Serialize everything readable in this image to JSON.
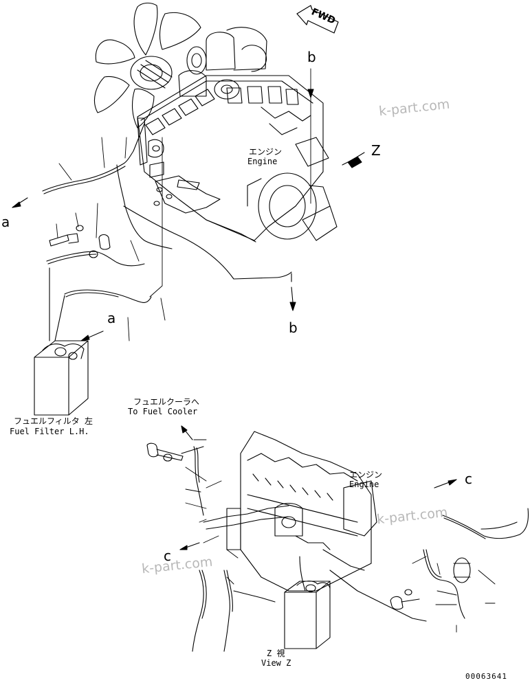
{
  "orientation": {
    "fwd": "FWD"
  },
  "labels": {
    "engine_top_jp": "エンジン",
    "engine_top_en": "Engine",
    "engine_bottom_jp": "エンジン",
    "engine_bottom_en": "Engine",
    "fuel_filter_jp": "フュエルフィルタ 左",
    "fuel_filter_en": "Fuel Filter L.H.",
    "fuel_cooler_jp": "フュエルクーラへ",
    "fuel_cooler_en": "To Fuel Cooler",
    "view_z_jp": "Z 視",
    "view_z_en": "View Z"
  },
  "callouts": {
    "a1": "a",
    "a2": "a",
    "b1": "b",
    "b2": "b",
    "c1": "c",
    "c2": "c",
    "z": "Z"
  },
  "watermarks": [
    "k-part.com",
    "k-part.com",
    "k-part.com"
  ],
  "part_number": "00063641"
}
